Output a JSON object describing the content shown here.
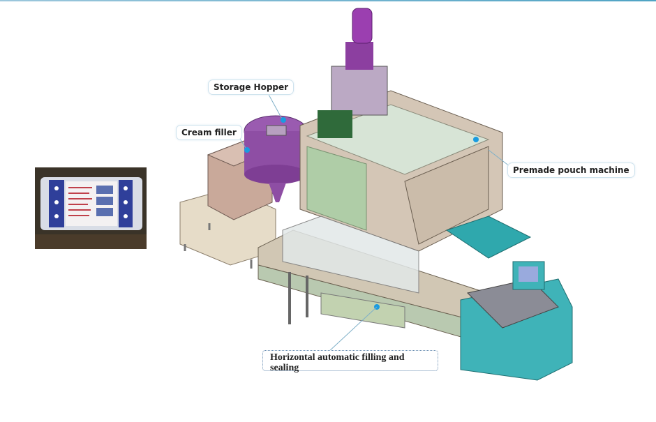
{
  "labels": {
    "storage_hopper": "Storage Hopper",
    "cream_filler": "Cream filler",
    "premade_pouch_machine": "Premade pouch machine",
    "horizontal_filling_sealing": "Horizontal automatic filling and sealing"
  },
  "colors": {
    "accent_line": "#4fa3c4",
    "hopper_purple": "#9a5bb0",
    "frame_beige": "#c9b9a4",
    "glass_green": "#b8d8b0",
    "base_teal": "#3fb3b8",
    "pointer_dot": "#1a9be0"
  }
}
